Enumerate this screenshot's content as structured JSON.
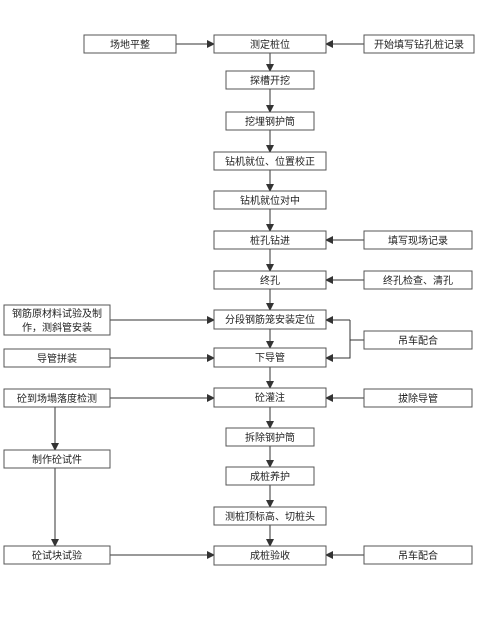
{
  "diagram": {
    "nodes": {
      "site_leveling": "场地平整",
      "survey_pile": "测定桩位",
      "start_record": "开始填写钻孔桩记录",
      "trench": "探槽开挖",
      "casing": "挖埋钢护筒",
      "rig_position": "钻机就位、位置校正",
      "rig_align": "钻机就位对中",
      "drilling": "桩孔钻进",
      "field_record": "填写现场记录",
      "final_hole": "终孔",
      "final_check": "终孔检查、清孔",
      "rebar_test_l1": "钢筋原材料试验及制",
      "rebar_test_l2": "作，测斜管安装",
      "cage_install": "分段钢筋笼安装定位",
      "crane_1": "吊车配合",
      "tremie_assembly": "导管拼装",
      "tremie_down": "下导管",
      "concrete_slump": "砼到场塌落度检测",
      "pouring": "砼灌注",
      "remove_tremie": "拔除导管",
      "make_specimen": "制作砼试件",
      "remove_casing": "拆除钢护筒",
      "curing": "成桩养护",
      "measure_top": "测桩顶标高、切桩头",
      "specimen_test": "砼试块试验",
      "acceptance": "成桩验收",
      "crane_2": "吊车配合"
    }
  }
}
